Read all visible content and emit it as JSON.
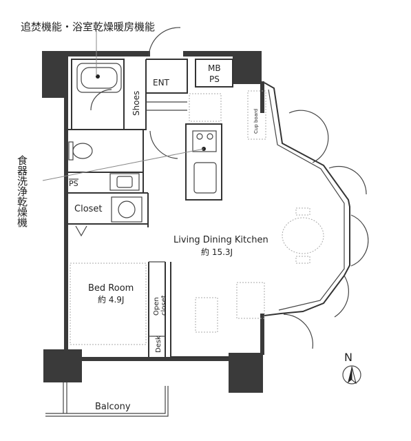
{
  "annotations": {
    "top_note": "追焚機能・浴室乾燥暖房機能",
    "left_note": "食器洗浄乾燥機"
  },
  "rooms": {
    "entrance": "ENT",
    "mb_ps_line1": "MB",
    "mb_ps_line2": "PS",
    "shoes": "Shoes",
    "ps": "PS",
    "closet": "Closet",
    "living_name": "Living Dining Kitchen",
    "living_size": "約 15.3J",
    "bedroom_name": "Bed Room",
    "bedroom_size": "約 4.9J",
    "open_closet_line1": "Open",
    "open_closet_line2": "closet",
    "desk": "Desk",
    "balcony": "Balcony",
    "cupboard": "Cup board"
  },
  "compass": {
    "label": "N"
  }
}
